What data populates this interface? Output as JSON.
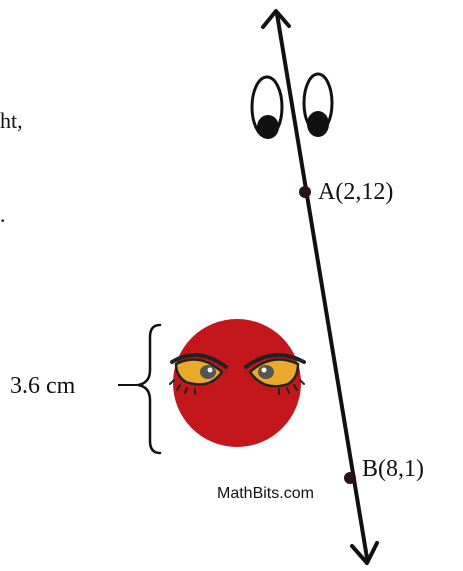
{
  "left_text_fragments": [
    "ht,",
    "."
  ],
  "points": [
    {
      "label": "A(2,12)"
    },
    {
      "label": "B(8,1)"
    }
  ],
  "measurement": {
    "label": "3.6 cm"
  },
  "watermark": "MathBits.com",
  "colors": {
    "line": "#111111",
    "ball": "#c4171c",
    "iris": "#e9a92a",
    "point": "#2a1410"
  }
}
